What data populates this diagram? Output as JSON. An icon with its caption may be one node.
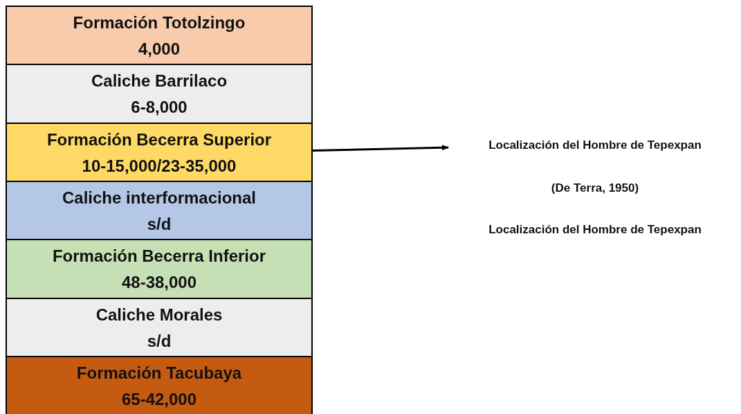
{
  "diagram": {
    "nodes": [
      {
        "text": [
          "Formación Totolzingo",
          "4,000"
        ]
      },
      {
        "text": [
          "Caliche Barrilaco",
          "6-8,000"
        ]
      },
      {
        "text": [
          "Formación Becerra Superior",
          "10-15,000/23-35,000"
        ]
      },
      {
        "text": [
          "Caliche interformacional",
          "s/d"
        ]
      },
      {
        "text": [
          "Formación Becerra Inferior",
          "48-38,000"
        ]
      },
      {
        "text": [
          "Caliche Morales",
          "s/d"
        ]
      },
      {
        "text": [
          "Formación Tacubaya",
          "65-42,000"
        ]
      },
      {
        "text": [
          "Localización del Hombre de Tepexpan"
        ]
      }
    ],
    "edges": [
      {
        "from": 2,
        "to": 7,
        "arrow": "to"
      }
    ],
    "labels": [
      "(De Terra, 1950)",
      "Localización del Hombre de Tepexpan"
    ]
  }
}
